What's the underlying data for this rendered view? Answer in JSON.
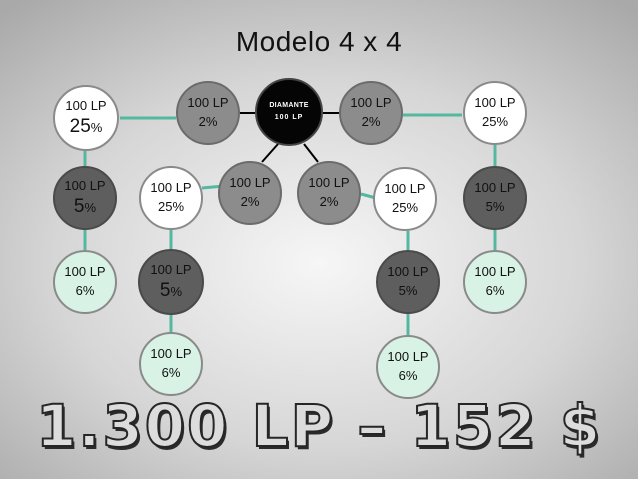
{
  "title": "Modelo 4 x 4",
  "root": {
    "line1": "DIAMANTE",
    "line2": "100 LP"
  },
  "nodes": [
    {
      "id": "n-r1-left",
      "line1": "100 LP",
      "line2": "25",
      "unit": "%",
      "style": "white"
    },
    {
      "id": "n-r1-2a",
      "line1": "100 LP",
      "line2": "2%",
      "style": "mid"
    },
    {
      "id": "n-r1-2b",
      "line1": "100 LP",
      "line2": "2%",
      "style": "mid"
    },
    {
      "id": "n-r1-right",
      "line1": "100 LP",
      "line2": "25%",
      "style": "white"
    },
    {
      "id": "n-r2-5a",
      "line1": "100 LP",
      "line2": "5",
      "unit": "%",
      "style": "dark"
    },
    {
      "id": "n-r2-25a",
      "line1": "100 LP",
      "line2": "25%",
      "style": "white"
    },
    {
      "id": "n-r2-2c",
      "line1": "100 LP",
      "line2": "2%",
      "style": "mid"
    },
    {
      "id": "n-r2-2d",
      "line1": "100 LP",
      "line2": "2%",
      "style": "mid"
    },
    {
      "id": "n-r2-25b",
      "line1": "100 LP",
      "line2": "25%",
      "style": "white"
    },
    {
      "id": "n-r2-5b",
      "line1": "100 LP",
      "line2": "5%",
      "style": "dark"
    },
    {
      "id": "n-r3-6a",
      "line1": "100 LP",
      "line2": "6%",
      "style": "mint"
    },
    {
      "id": "n-r3-5c",
      "line1": "100 LP",
      "line2": "5",
      "unit": "%",
      "style": "dark"
    },
    {
      "id": "n-r3-5d",
      "line1": "100 LP",
      "line2": "5%",
      "style": "dark"
    },
    {
      "id": "n-r3-6b",
      "line1": "100 LP",
      "line2": "6%",
      "style": "mint"
    },
    {
      "id": "n-r4-6c",
      "line1": "100 LP",
      "line2": "6%",
      "style": "mint"
    },
    {
      "id": "n-r4-6d",
      "line1": "100 LP",
      "line2": "6%",
      "style": "mint"
    }
  ],
  "total": "1.300 LP – 152 $",
  "colors": {
    "connector": "#54b8a0",
    "connector_dark": "#000000"
  }
}
